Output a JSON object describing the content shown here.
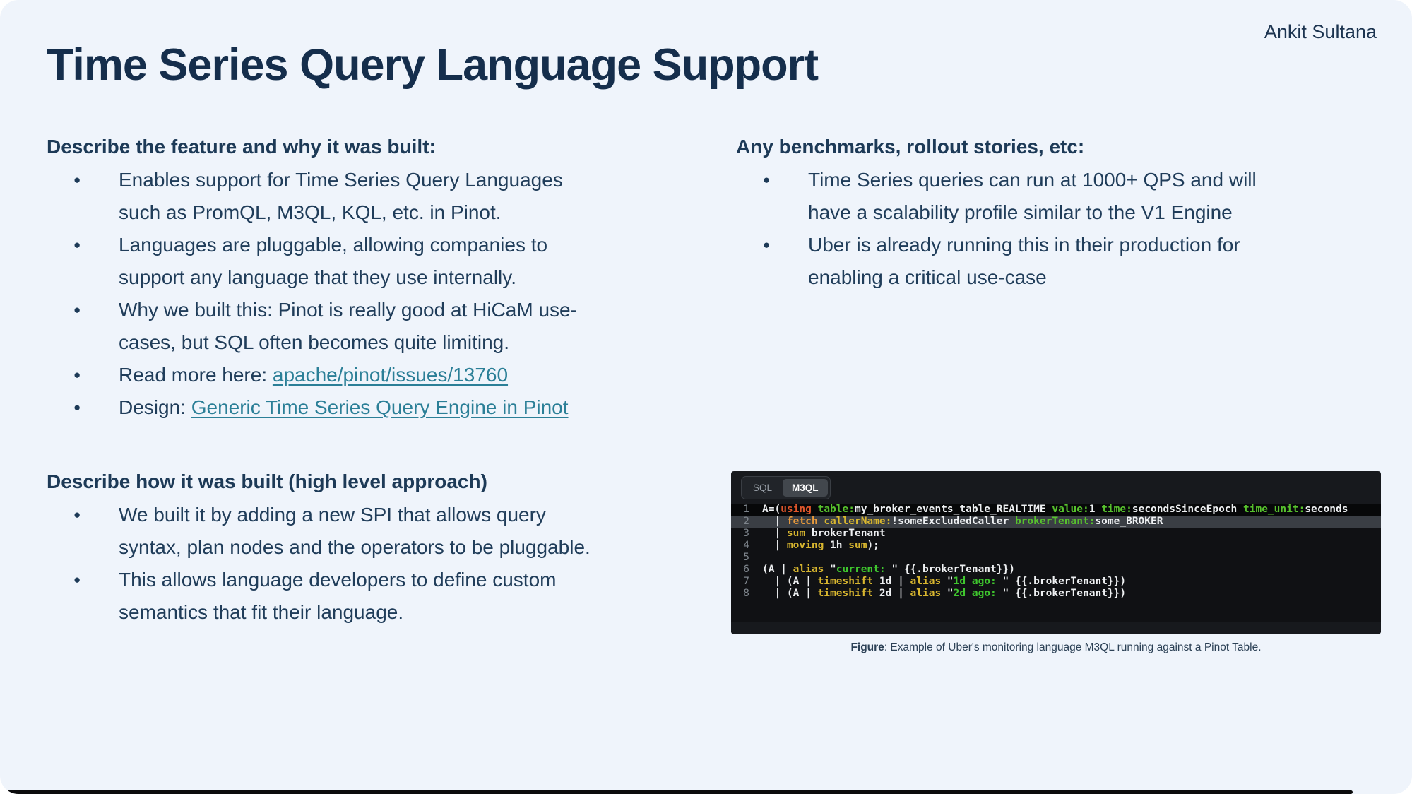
{
  "slide": {
    "author": "Ankit Sultana",
    "title": "Time Series Query Language Support"
  },
  "sections": {
    "feature": {
      "heading": "Describe the feature and why it was built:",
      "bullets": [
        {
          "text": "Enables support for Time Series Query Languages such as PromQL, M3QL, KQL, etc. in Pinot."
        },
        {
          "text": "Languages are pluggable, allowing companies to support any language that they use internally."
        },
        {
          "text": "Why we built this: Pinot is really good at HiCaM use-cases, but SQL often becomes quite limiting."
        },
        {
          "prefix": "Read more here: ",
          "link": "apache/pinot/issues/13760"
        },
        {
          "prefix": "Design: ",
          "link": "Generic Time Series Query Engine in Pinot"
        }
      ]
    },
    "how": {
      "heading": "Describe how it was built (high level approach)",
      "bullets": [
        {
          "text": "We built it by adding a new SPI that allows query syntax, plan nodes and the operators to be pluggable."
        },
        {
          "text": "This allows language developers to define custom semantics that fit their language."
        }
      ]
    },
    "benchmarks": {
      "heading": "Any benchmarks, rollout stories, etc:",
      "bullets": [
        {
          "text": "Time Series queries can run at 1000+ QPS and will have a scalability profile similar to the V1 Engine"
        },
        {
          "text": "Uber is already running this in their production for enabling a critical use-case"
        }
      ]
    }
  },
  "code_panel": {
    "tabs": [
      {
        "label": "SQL",
        "active": false
      },
      {
        "label": "M3QL",
        "active": true
      }
    ],
    "lines": [
      {
        "n": "1",
        "bg": "dark",
        "tokens": [
          [
            "A=(",
            "p"
          ],
          [
            "using",
            "kw1"
          ],
          [
            " ",
            "p"
          ],
          [
            "table:",
            "lbl"
          ],
          [
            "my_broker_events_table_REALTIME ",
            "p"
          ],
          [
            "value:",
            "lbl"
          ],
          [
            "1 ",
            "p"
          ],
          [
            "time:",
            "lbl"
          ],
          [
            "secondsSinceEpoch ",
            "p"
          ],
          [
            "time_unit:",
            "lbl"
          ],
          [
            "seconds",
            "p"
          ]
        ]
      },
      {
        "n": "2",
        "bg": "hl",
        "tokens": [
          [
            "  | ",
            "p"
          ],
          [
            "fetch",
            "kw2"
          ],
          [
            " ",
            "p"
          ],
          [
            "callerName:",
            "attr"
          ],
          [
            "!someExcludedCaller ",
            "p"
          ],
          [
            "brokerTenant:",
            "lbl"
          ],
          [
            "some_BROKER",
            "p"
          ]
        ]
      },
      {
        "n": "3",
        "tokens": [
          [
            "  | ",
            "p"
          ],
          [
            "sum",
            "attr"
          ],
          [
            " brokerTenant",
            "p"
          ]
        ]
      },
      {
        "n": "4",
        "tokens": [
          [
            "  | ",
            "p"
          ],
          [
            "moving",
            "attr"
          ],
          [
            " 1h ",
            "p"
          ],
          [
            "sum",
            "attr"
          ],
          [
            ");",
            "p"
          ]
        ]
      },
      {
        "n": "5",
        "tokens": []
      },
      {
        "n": "6",
        "tokens": [
          [
            "(A | ",
            "p"
          ],
          [
            "alias",
            "attr"
          ],
          [
            " \"",
            "p"
          ],
          [
            "current: ",
            "str"
          ],
          [
            "\" {{.brokerTenant}})",
            "p"
          ]
        ]
      },
      {
        "n": "7",
        "tokens": [
          [
            "  | (A | ",
            "p"
          ],
          [
            "timeshift",
            "attr"
          ],
          [
            " 1d | ",
            "p"
          ],
          [
            "alias",
            "attr"
          ],
          [
            " \"",
            "p"
          ],
          [
            "1d ago: ",
            "str"
          ],
          [
            "\" {{.brokerTenant}})",
            "p"
          ]
        ]
      },
      {
        "n": "8",
        "tokens": [
          [
            "  | (A | ",
            "p"
          ],
          [
            "timeshift",
            "attr"
          ],
          [
            " 2d | ",
            "p"
          ],
          [
            "alias",
            "attr"
          ],
          [
            " \"",
            "p"
          ],
          [
            "2d ago: ",
            "str"
          ],
          [
            "\" {{.brokerTenant}})",
            "p"
          ]
        ]
      }
    ],
    "caption_label": "Figure",
    "caption_text": ": Example of Uber's monitoring language M3QL running against a Pinot Table."
  },
  "colors": {
    "slide_background": "#eff4fb",
    "text_navy": "#203d5a",
    "title_navy": "#152e4c",
    "link_teal": "#2b7f97",
    "code_panel_bg": "#17191d",
    "code_area_bg": "#101114",
    "code_line_highlight": "#3a3e44",
    "token_orange_red": "#e0562b",
    "token_orange": "#e89a3c",
    "token_yellow": "#d8b62f",
    "token_green_label": "#57c22d",
    "token_green_string": "#3fc62e"
  }
}
